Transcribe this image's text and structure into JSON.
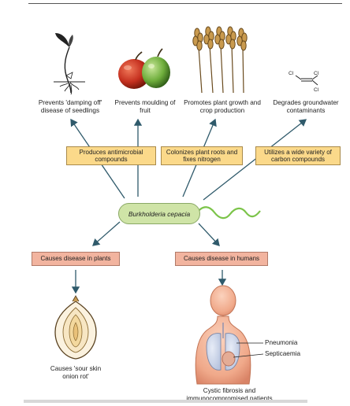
{
  "diagram": {
    "outcomes": [
      {
        "id": "seedlings",
        "text": "Prevents 'damping off' disease of seedlings"
      },
      {
        "id": "fruit",
        "text": "Prevents moulding of fruit"
      },
      {
        "id": "growth",
        "text": "Promotes plant growth and crop production"
      },
      {
        "id": "groundwater",
        "text": "Degrades groundwater contaminants"
      }
    ],
    "mechanisms": [
      {
        "id": "antimicrobial",
        "text": "Produces antimicrobial compounds"
      },
      {
        "id": "colonizes",
        "text": "Colonizes plant roots and fixes nitrogen"
      },
      {
        "id": "utilizes",
        "text": "Utilizes a wide variety of carbon compounds"
      }
    ],
    "organism": "Burkholderia cepacia",
    "disease_plants": "Causes disease in plants",
    "disease_humans": "Causes disease in humans",
    "onion_caption": "Causes 'sour skin onion rot'",
    "human_caption": "Cystic fibrosis and immunocompromised patients",
    "pneumonia": "Pneumonia",
    "septicaemia": "Septicaemia",
    "chemical_atoms": [
      "Cl",
      "Cl",
      "Cl"
    ],
    "colors": {
      "mechanism_box": "#fbd98a",
      "disease_box": "#f2b49f",
      "organism_pill": "#cfe4a7",
      "arrow": "#2f5a6b"
    }
  }
}
